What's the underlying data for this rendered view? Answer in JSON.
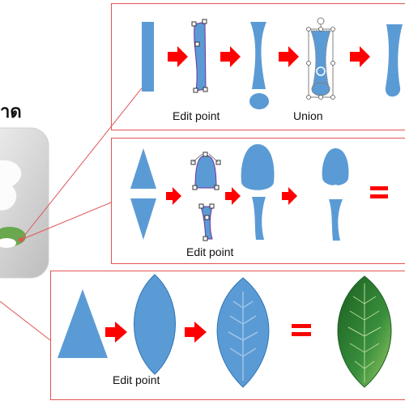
{
  "heading_fragment": "าด",
  "panels": {
    "stem": {
      "label_edit_point": "Edit point",
      "label_union": "Union"
    },
    "bud": {
      "label_edit_point": "Edit point",
      "equals": "="
    },
    "leaf": {
      "label_edit_point": "Edit point",
      "equals": "="
    }
  },
  "colors": {
    "shape_blue": "#5b9bd5",
    "arrow_red": "#ff0000",
    "panel_border": "#e25555",
    "leaf_green_dark": "#2e7d32",
    "leaf_green_light": "#8bc34a",
    "handle_red": "#cc3333"
  }
}
